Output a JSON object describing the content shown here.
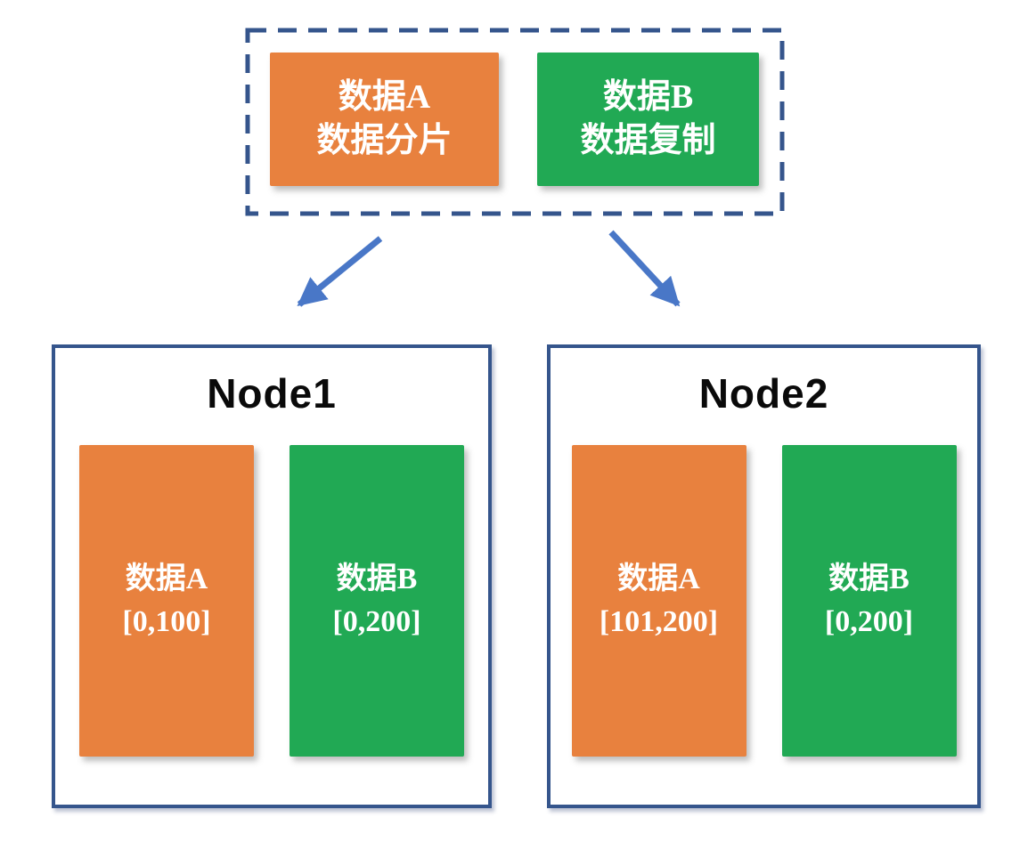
{
  "diagram": {
    "legend_group": {
      "items": [
        {
          "id": "data-a",
          "label_line1": "数据A",
          "label_line2": "数据分片",
          "color": "#E8813E"
        },
        {
          "id": "data-b",
          "label_line1": "数据B",
          "label_line2": "数据复制",
          "color": "#21A954"
        }
      ]
    },
    "nodes": [
      {
        "title": "Node1",
        "shards": [
          {
            "line1": "数据A",
            "line2": "[0,100]",
            "color": "#E8813E"
          },
          {
            "line1": "数据B",
            "line2": "[0,200]",
            "color": "#21A954"
          }
        ]
      },
      {
        "title": "Node2",
        "shards": [
          {
            "line1": "数据A",
            "line2": "[101,200]",
            "color": "#E8813E"
          },
          {
            "line1": "数据B",
            "line2": "[0,200]",
            "color": "#21A954"
          }
        ]
      }
    ],
    "colors": {
      "orange": "#E8813E",
      "green": "#21A954",
      "navy_border": "#35558C",
      "arrow_blue": "#4977C7",
      "text_on_fill": "#FFFFFF",
      "title_text": "#0A0A0A"
    }
  }
}
